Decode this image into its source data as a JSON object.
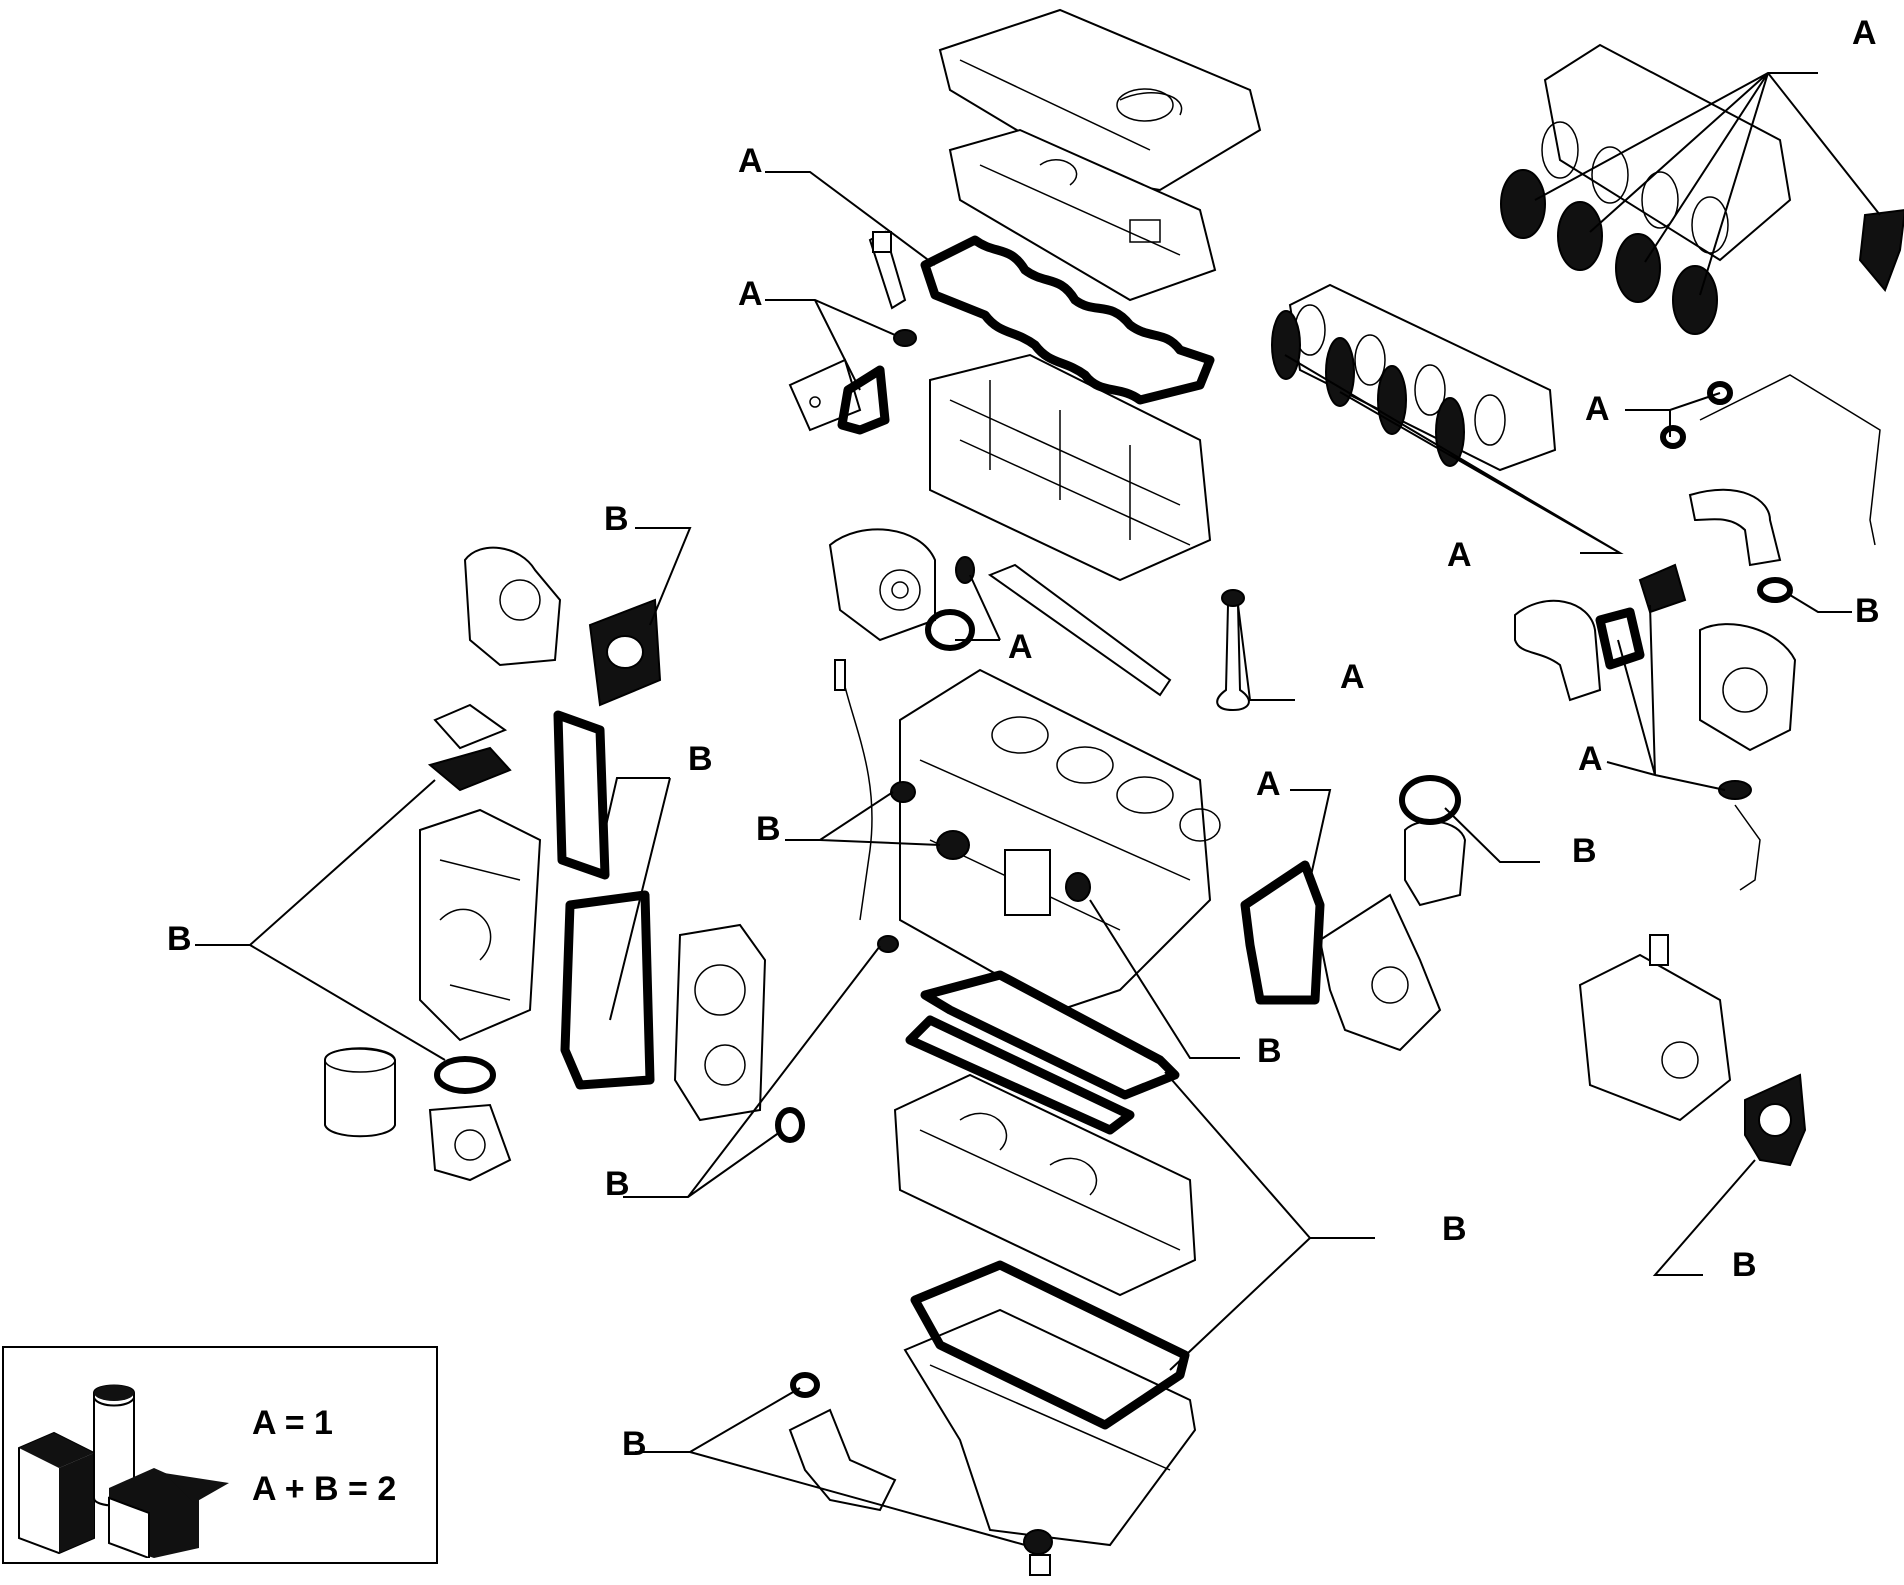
{
  "callouts": {
    "a": "A",
    "b": "B"
  },
  "legend": {
    "line_a": "A = 1",
    "line_ab": "A + B = 2"
  },
  "icons": {
    "kit_logo": "fiat-gasket-kit-icon"
  }
}
